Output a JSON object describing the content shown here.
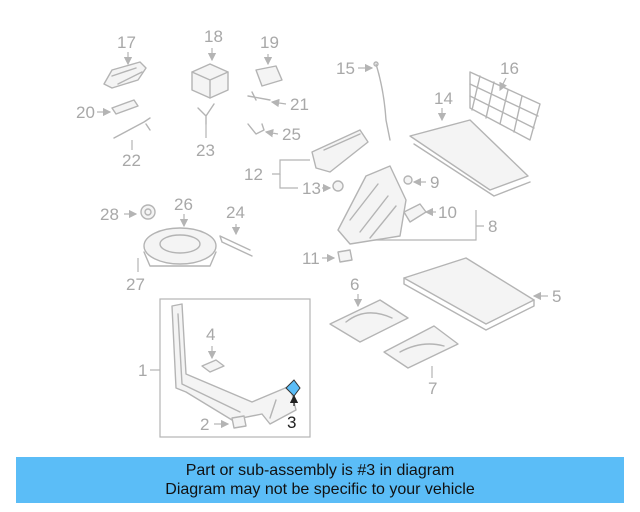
{
  "diagram": {
    "callouts": {
      "c1": "1",
      "c2": "2",
      "c3": "3",
      "c4": "4",
      "c5": "5",
      "c6": "6",
      "c7": "7",
      "c8": "8",
      "c9": "9",
      "c10": "10",
      "c11": "11",
      "c12": "12",
      "c13": "13",
      "c14": "14",
      "c15": "15",
      "c16": "16",
      "c17": "17",
      "c18": "18",
      "c19": "19",
      "c20": "20",
      "c21": "21",
      "c22": "22",
      "c23": "23",
      "c24": "24",
      "c25": "25",
      "c26": "26",
      "c27": "27",
      "c28": "28"
    },
    "highlighted_part": "3",
    "colors": {
      "highlight": "#5bbdf7",
      "line": "#b4b4b4",
      "banner": "#5bbdf7"
    }
  },
  "banner": {
    "line1": "Part or sub-assembly is #3 in diagram",
    "line2": "Diagram may not be specific to your vehicle"
  }
}
